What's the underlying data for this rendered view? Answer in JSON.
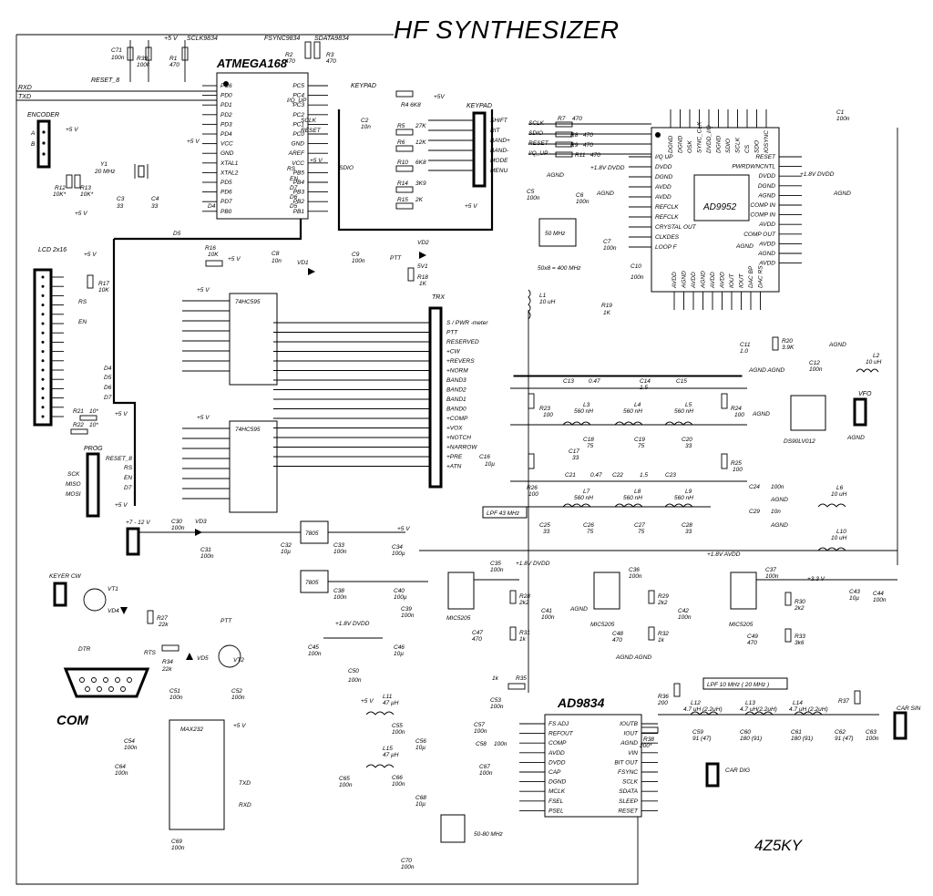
{
  "title": "HF SYNTHESIZER",
  "author": "4Z5KY",
  "ics": {
    "atmega": {
      "name": "ATMEGA168",
      "left_pins": [
        "PC6",
        "PD0",
        "PD1",
        "PD2",
        "PD3",
        "PD4",
        "VCC",
        "GND",
        "XTAL1",
        "XTAL2",
        "PD5",
        "PD6",
        "PD7",
        "PB0"
      ],
      "right_pins": [
        "PC5",
        "PC4",
        "PC3",
        "PC2",
        "PC1",
        "PC0",
        "GND",
        "AREF",
        "VCC",
        "PB5",
        "PB4",
        "PB3",
        "PB2",
        "PB1"
      ]
    },
    "ad9952": {
      "name": "AD9952",
      "left_pins": [
        "I/Q UP",
        "DVDD",
        "DGND",
        "AVDD",
        "AVDD",
        "REFCLK",
        "REFCLK",
        "CRYSTAL OUT",
        "CLKDES",
        "LOOP F"
      ],
      "right_pins": [
        "RESET",
        "PWRDWNCNTL",
        "DVDD",
        "DGND",
        "AGND",
        "COMP IN",
        "COMP IN",
        "AVDD",
        "COMP OUT",
        "AVDD",
        "AGND",
        "AVDD"
      ],
      "top_pins": [
        "DGND",
        "DGND",
        "OSK",
        "SYNC_CLK",
        "DVDD_I/Q",
        "DGND",
        "SDIO",
        "SCLK",
        "CS",
        "SDO",
        "IOSYNC"
      ],
      "bottom_pins": [
        "AVDD",
        "AGND",
        "AVDD",
        "AGND",
        "AVDD",
        "AVDD",
        "IOUT",
        "IOUT",
        "DAC BP",
        "DAC RS"
      ],
      "agnd": "AGND"
    },
    "ad9834": {
      "name": "AD9834",
      "left_pins": [
        "FS ADJ",
        "REFOUT",
        "COMP",
        "AVDD",
        "DVDD",
        "CAP",
        "DGND",
        "MCLK",
        "FSEL",
        "PSEL"
      ],
      "right_pins": [
        "IOUTB",
        "IOUT",
        "AGND",
        "VIN",
        "BIT OUT",
        "FSYNC",
        "SCLK",
        "SDATA",
        "SLEEP",
        "RESET"
      ]
    },
    "sr1": "74HC595",
    "sr2": "74HC595",
    "max232": "MAX232",
    "ds90": "DS90LV012",
    "reg1": "7805",
    "reg2": "7805",
    "mic1": "MIC5205",
    "mic2": "MIC5205",
    "mic3": "MIC5205"
  },
  "connectors": {
    "encoder": {
      "name": "ENCODER",
      "pins": [
        "A",
        "B"
      ]
    },
    "lcd": {
      "name": "LCD 2x16",
      "pins": [
        "RS",
        "EN",
        "D4",
        "D5",
        "D6",
        "D7"
      ]
    },
    "prog": {
      "name": "PROG",
      "pins": [
        "RESET_8",
        "RS",
        "EN",
        "D7",
        "SCK",
        "MISO",
        "MOSI"
      ]
    },
    "keypad": {
      "name": "KEYPAD",
      "pins": [
        "SHIFT",
        "RIT",
        "BAND+",
        "BAND-",
        "MODE",
        "MENU"
      ]
    },
    "trx": {
      "name": "TRX",
      "pins": [
        "S / PWR -meter",
        "PTT",
        "RESERVED",
        "+CW",
        "+REVERS",
        "+NORM",
        "BAND3",
        "BAND2",
        "BAND1",
        "BAND0",
        "+COMP",
        "+VOX",
        "+NOTCH",
        "+NARROW",
        "+PRE",
        "+ATN"
      ]
    },
    "vfo": "VFO",
    "car_sin": "CAR SIN",
    "car_dig": "CAR DIG",
    "keyer": "KEYER CW",
    "com": "COM",
    "dtr": "DTR",
    "rts": "RTS",
    "txd": "TXD",
    "rxd": "RXD",
    "ptt": "PTT",
    "supply_in": "+7 - 12 V"
  },
  "nets": {
    "reset8": "RESET_8",
    "rxd": "RXD",
    "txd": "TXD",
    "sclk9834": "SCLK9834",
    "fsync9834": "FSYNC9834",
    "sdata9834": "SDATA9834",
    "sclk": "SCLK",
    "sdio": "SDIO",
    "reset": "RESET",
    "iq_up": "I/Q_UP",
    "rs": "RS",
    "en": "EN",
    "d4": "D4",
    "d5": "D5",
    "d6": "D6",
    "d7": "D7",
    "iq": "I/Q_UP",
    "keypad": "KEYPAD",
    "sdio2": "SDIO",
    "d5b": "D5",
    "p5v": "+5 V",
    "p5": "+5V",
    "p18d": "+1.8V DVDD",
    "p18a": "+1.8V AVDD",
    "p33": "+3.3 V",
    "agnd": "AGND",
    "agnd2": "AGND AGND",
    "agnd3": "AGND AGND"
  },
  "parts": {
    "C71": "C71",
    "C71v": "100n",
    "R39": "R39",
    "R39v": "100k",
    "R1": "R1",
    "R1v": "470",
    "R2": "R2",
    "R2v": "470",
    "R3": "R3",
    "R3v": "470",
    "R4": "R4 6K8",
    "C2": "C2",
    "C2v": "10n",
    "R5": "R5",
    "R5v": "27K",
    "R6": "R6",
    "R6v": "12K",
    "R10": "R10",
    "R10v": "6K8",
    "R14": "R14",
    "R14v": "3K9",
    "R15": "R15",
    "R15v": "2K",
    "R7": "R7",
    "R7v": "470",
    "R8": "R8",
    "R8v": "470",
    "R9": "R9",
    "R9v": "470",
    "R11": "R11",
    "R11v": "470",
    "C1": "C1",
    "C1v": "100n",
    "R12": "R12",
    "R12v": "10K*",
    "R13": "R13",
    "R13v": "10K*",
    "Y1": "Y1",
    "Y1v": "20 MHz",
    "C3": "C3",
    "C3v": "33",
    "C4": "C4",
    "C4v": "33",
    "C5": "C5",
    "C5v": "100n",
    "C6": "C6",
    "C6v": "100n",
    "C7": "C7",
    "C7v": "100n",
    "osc": "50 MHz",
    "mult": "50x8 = 400 MHz",
    "C10": "C10",
    "C10v": "100n",
    "R19": "R19",
    "R19v": "1K",
    "R16": "R16",
    "R16v": "10K",
    "C8": "C8",
    "C8v": "10n",
    "VD1": "VD1",
    "C9": "C9",
    "C9v": "100n",
    "VD2": "VD2",
    "VD2v": "5V1",
    "R18": "R18",
    "R18v": "1K",
    "R17": "R17",
    "R17v": "10K",
    "L1": "L1",
    "L1v": "10 uH",
    "C11": "C11",
    "C11v": "1.0",
    "R20": "R20",
    "R20v": "3.9K",
    "C12": "C12",
    "C12v": "100n",
    "L2": "L2",
    "L2v": "10 uH",
    "C13": "C13",
    "C13v": "0.47",
    "C14": "C14",
    "C14v": "1.5",
    "C15": "C15",
    "L3": "L3",
    "L3v": "560 nH",
    "L4": "L4",
    "L4v": "560 nH",
    "L5": "L5",
    "L5v": "560 nH",
    "R23": "R23",
    "R23v": "100",
    "R24": "R24",
    "R24v": "100",
    "C18": "C18",
    "C18v": "75",
    "C19": "C19",
    "C19v": "75",
    "C20": "C20",
    "C20v": "33",
    "C17": "C17",
    "C17v": "33",
    "C16": "C16",
    "C16v": "10µ",
    "R26": "R26",
    "R26v": "100",
    "R25": "R25",
    "R25v": "100",
    "C21": "C21",
    "C21v": "0.47",
    "C22": "C22",
    "C22v": "1.5",
    "C23": "C23",
    "L7": "L7",
    "L7v": "560 nH",
    "L8": "L8",
    "L8v": "560 nH",
    "L9": "L9",
    "L9v": "560 nH",
    "C25": "C25",
    "C25v": "33",
    "C26": "C26",
    "C26v": "75",
    "C27": "C27",
    "C27v": "75",
    "C28": "C28",
    "C28v": "33",
    "lpf43": "LPF 43 MHz",
    "C24": "C24",
    "C24v": "100n",
    "C29": "C29",
    "C29v": "10n",
    "L6": "L6",
    "L6v": "10 uH",
    "L10": "L10",
    "L10v": "10 uH",
    "R21": "R21",
    "R21v": "10*",
    "R22": "R22",
    "R22v": "10*",
    "C30": "C30",
    "C30v": "100n",
    "VD3": "VD3",
    "C31": "C31",
    "C31v": "100n",
    "C32": "C32",
    "C32v": "10µ",
    "C33": "C33",
    "C33v": "100n",
    "C34": "C34",
    "C34v": "100µ",
    "C38": "C38",
    "C38v": "100n",
    "C40": "C40",
    "C40v": "100µ",
    "C39": "C39",
    "C39v": "100n",
    "C35": "C35",
    "C35v": "100n",
    "R28": "R28",
    "R28v": "2k2",
    "R31": "R31",
    "R31v": "1k",
    "C47": "C47",
    "C47v": "470",
    "C36": "C36",
    "C36v": "100n",
    "C41": "C41",
    "C41v": "100n",
    "R29": "R29",
    "R29v": "2k2",
    "R32": "R32",
    "R32v": "1k",
    "C48": "C48",
    "C48v": "470",
    "C37": "C37",
    "C37v": "100n",
    "C42": "C42",
    "C42v": "100n",
    "R30": "R30",
    "R30v": "2k2",
    "R33": "R33",
    "R33v": "3k6",
    "C49": "C49",
    "C49v": "470",
    "C43": "C43",
    "C43v": "10µ",
    "C44": "C44",
    "C44v": "100n",
    "C45": "C45",
    "C45v": "100n",
    "C46": "C46",
    "C46v": "10µ",
    "C50": "C50",
    "C50v": "100n",
    "VT1": "VT1",
    "VD4": "VD4",
    "R27": "R27",
    "R27v": "22k",
    "R34": "R34",
    "R34v": "22k",
    "VD5": "VD5",
    "VT2": "VT2",
    "C51": "C51",
    "C51v": "100n",
    "C52": "C52",
    "C52v": "100n",
    "C54": "C54",
    "C54v": "100n",
    "C64": "C64",
    "C64v": "100n",
    "C69": "C69",
    "C69v": "100n",
    "L11": "L11",
    "L11v": "47 µH",
    "C55": "C55",
    "C55v": "100n",
    "C56": "C56",
    "C56v": "10µ",
    "L15": "L15",
    "L15v": "47 µH",
    "C66": "C66",
    "C66v": "100n",
    "C68": "C68",
    "C68v": "10µ",
    "C65": "C65",
    "C65v": "100n",
    "C70": "C70",
    "C70v": "100n",
    "xo": "50-80 MHz",
    "R35": "R35",
    "R35v": "1k",
    "C53": "C53",
    "C53v": "100n",
    "C57": "C57",
    "C57v": "100n",
    "C58": "C58",
    "C58v": "100n",
    "C67": "C67",
    "C67v": "100n",
    "R38": "R38",
    "R38v": "200*",
    "R36": "R36",
    "R36v": "200",
    "lpf10": "LPF 10 MHz ( 20 MHz )",
    "L12": "L12",
    "L12v": "4.7 uH (2.2uH)",
    "L13": "L13",
    "L13v": "4.7 uH(2.2uH)",
    "L14": "L14",
    "L14v": "4.7 uH (2.2uH)",
    "C59": "C59",
    "C59v": "91 (47)",
    "C60": "C60",
    "C60v": "180 (91)",
    "C61": "C61",
    "C61v": "180 (91)",
    "C62": "C62",
    "C62v": "91 (47)",
    "R37": "R37",
    "C63": "C63",
    "C63v": "100n"
  }
}
